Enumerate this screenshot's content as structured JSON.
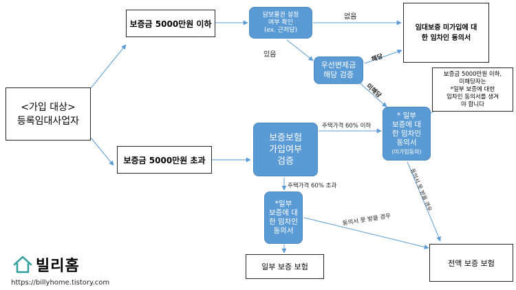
{
  "nodes": {
    "target": "<가입 대상>\n등록임대사업자",
    "deposit_under": "보증금 5000만원 이하",
    "deposit_over": "보증금 5000만원 초과",
    "collateral_check": "담보물권 설정\n여부 확인\n(ex. 근저당)",
    "priority_check": "우선변제금\n해당 검증",
    "consent_not_joined": "임대보증 미가입에 대\n한 임차인 동의서",
    "note_under": "보증금 5000만원 이하,\n미해당자는\n*일부 보증에 대한\n임차인 동의서를 생겨\n야 합니다",
    "consent_partial_upper_main": "* 일부\n보증에 대\n한 임차인\n동의서",
    "consent_partial_upper_sub": "(미가입동의)",
    "insurance_check": "보증보험\n가입여부\n검증",
    "consent_partial_lower": "*일부\n보증에 대\n한 임차인\n동의서",
    "partial_insurance": "일부 보증 보험",
    "full_insurance": "전액 보증 보험"
  },
  "edge_labels": {
    "none": "없음",
    "exists": "있음",
    "applicable": "해당",
    "not_applicable": "미해당",
    "price_under": "주택가격 60% 이하",
    "price_over": "주택가격 60% 초과",
    "no_consent_lower": "동의서 못 받을 경우",
    "no_consent_upper": "동의서 못 받을 경우"
  },
  "branding": {
    "logo_text": "빌리홈",
    "url": "https://billyhome.tistory.com"
  },
  "colors": {
    "box_fill": "#5b9bd5",
    "arrow": "#5b9bd5",
    "logo": "#2e9e9a"
  }
}
